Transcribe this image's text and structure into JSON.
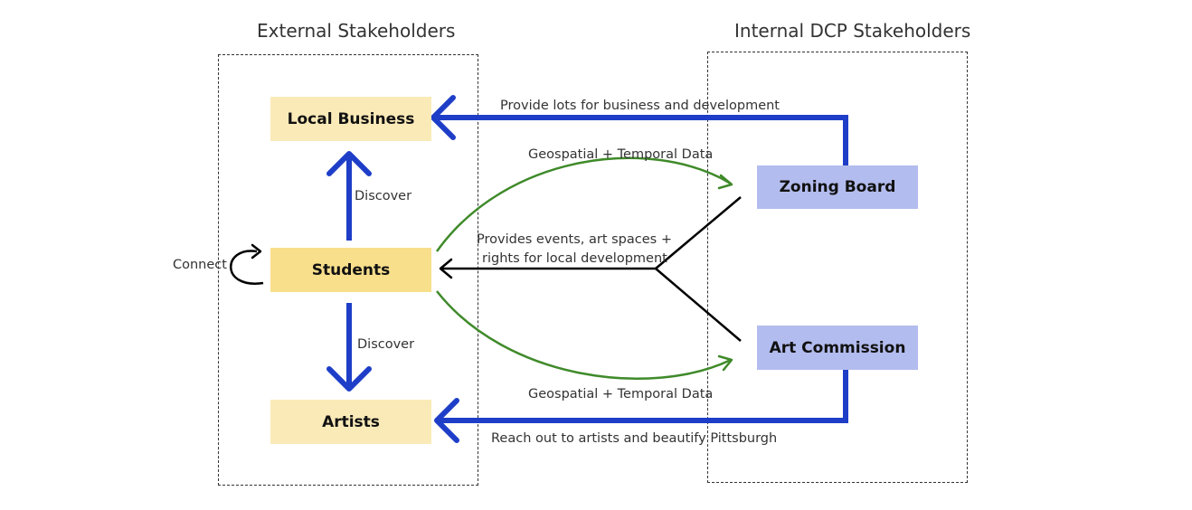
{
  "groups": {
    "external": "External Stakeholders",
    "internal": "Internal DCP Stakeholders"
  },
  "nodes": {
    "local_business": "Local Business",
    "students": "Students",
    "artists": "Artists",
    "zoning_board": "Zoning Board",
    "art_commission": "Art Commission"
  },
  "edges": {
    "provide_lots": "Provide lots for business and development",
    "geo_top": "Geospatial + Temporal Data",
    "provides_events_1": "Provides events, art spaces +",
    "provides_events_2": "rights for local development",
    "geo_bottom": "Geospatial + Temporal Data",
    "reach_out": "Reach out to artists and beautify Pittsburgh",
    "discover_up": "Discover",
    "discover_down": "Discover",
    "connect": "Connect"
  },
  "colors": {
    "external_light": "#faeab8",
    "external_dark": "#f8df8c",
    "internal": "#b3bcee",
    "blue_arrow": "#1e3ec8",
    "green_arrow": "#3f8a2a",
    "black_arrow": "#000000"
  }
}
